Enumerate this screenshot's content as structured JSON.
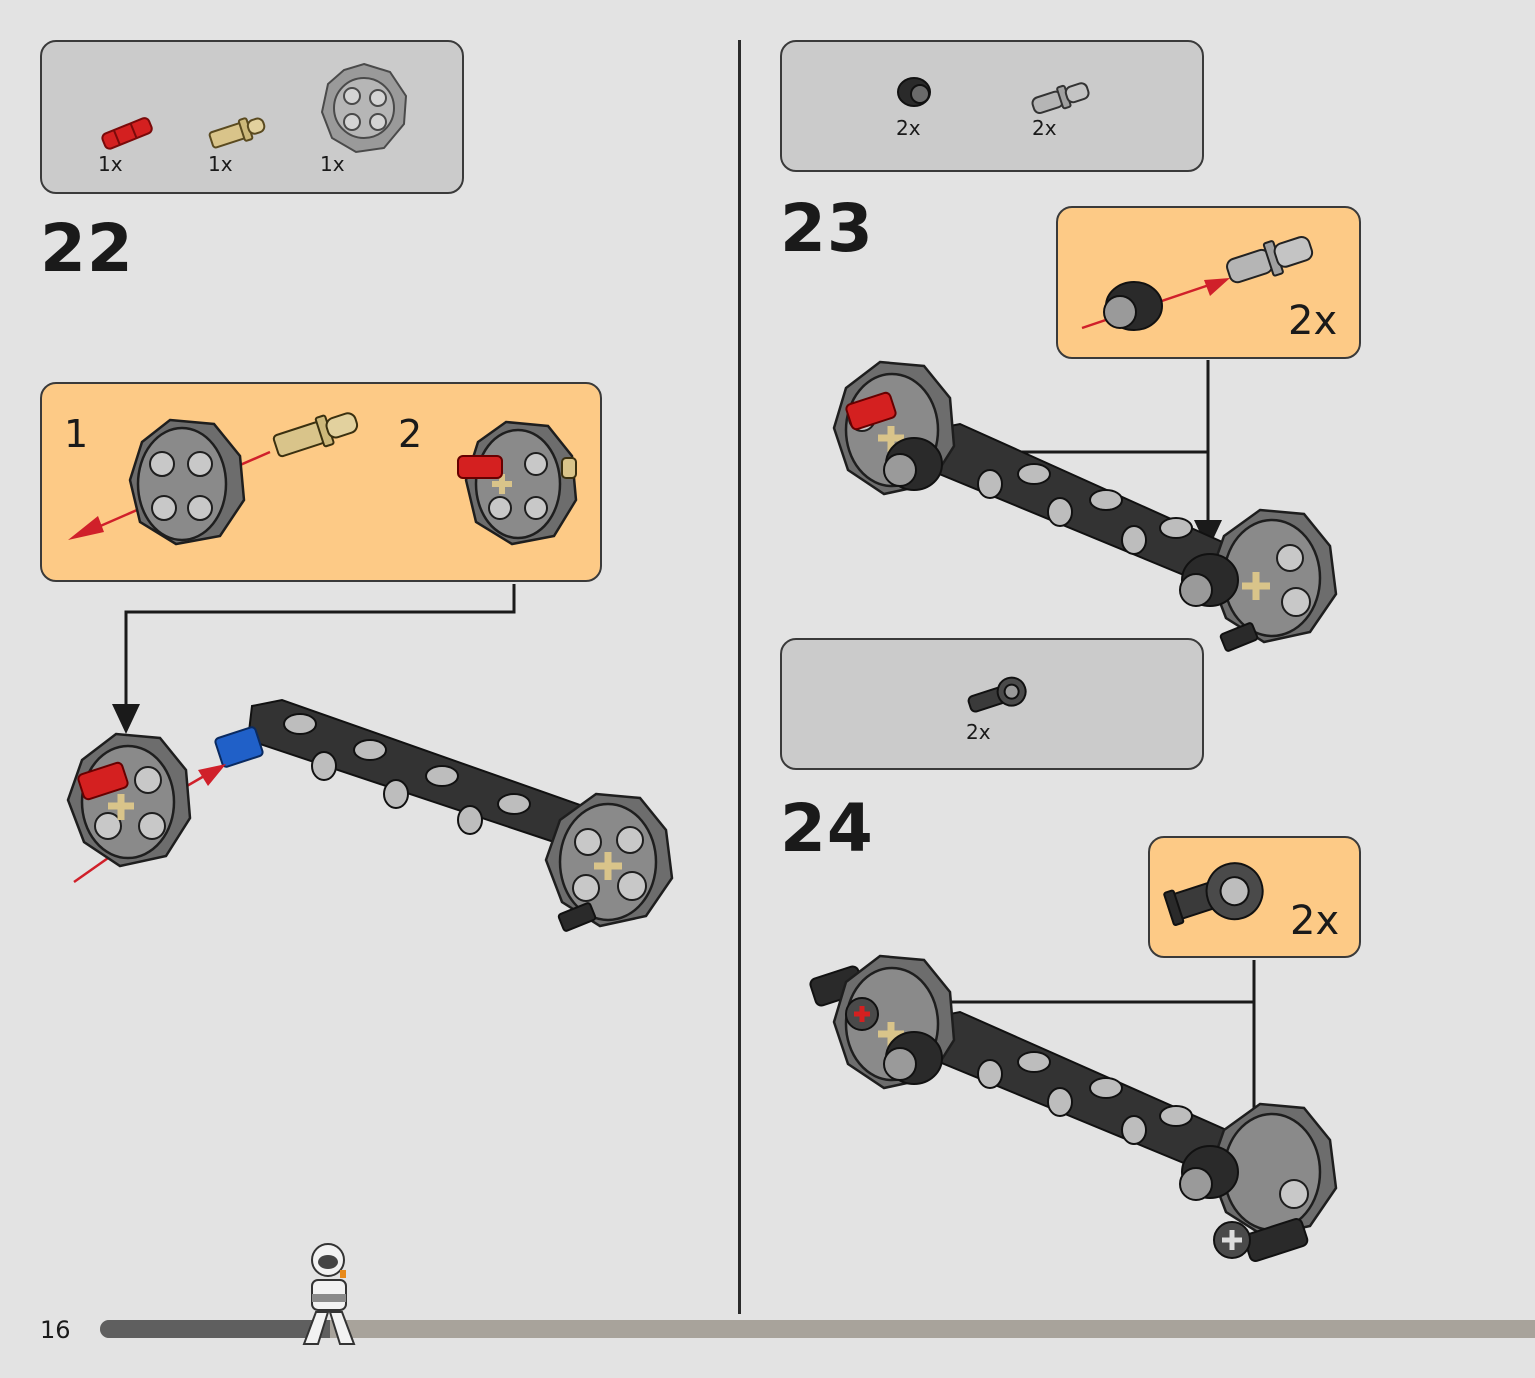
{
  "page": {
    "number": "16",
    "progress": 0.16
  },
  "steps": [
    {
      "number": "22",
      "parts": [
        {
          "qty": "1x",
          "icon": "red-axle-pin-icon",
          "color": "#d42020"
        },
        {
          "qty": "1x",
          "icon": "tan-axle-pin-icon",
          "color": "#d9c48a"
        },
        {
          "qty": "1x",
          "icon": "gray-wheel-hub-icon",
          "color": "#8a8a8a"
        }
      ],
      "callout": {
        "sub1": "1",
        "sub2": "2"
      }
    },
    {
      "number": "23",
      "parts": [
        {
          "qty": "2x",
          "icon": "black-bush-icon",
          "color": "#2a2a2a"
        },
        {
          "qty": "2x",
          "icon": "gray-pin-icon",
          "color": "#b0b0b0"
        }
      ],
      "callout": {
        "multiplier": "2x"
      }
    },
    {
      "number": "24",
      "parts": [
        {
          "qty": "2x",
          "icon": "pin-connector-icon",
          "color": "#3a3a3a"
        }
      ],
      "callout": {
        "multiplier": "2x"
      }
    }
  ],
  "colors": {
    "callout": "#fdca86",
    "parts_box": "#cbcbcb",
    "beam": "#333333",
    "wheel": "#6d6d6d",
    "arrow_red": "#d0202a",
    "connector_blue": "#2060c8"
  }
}
